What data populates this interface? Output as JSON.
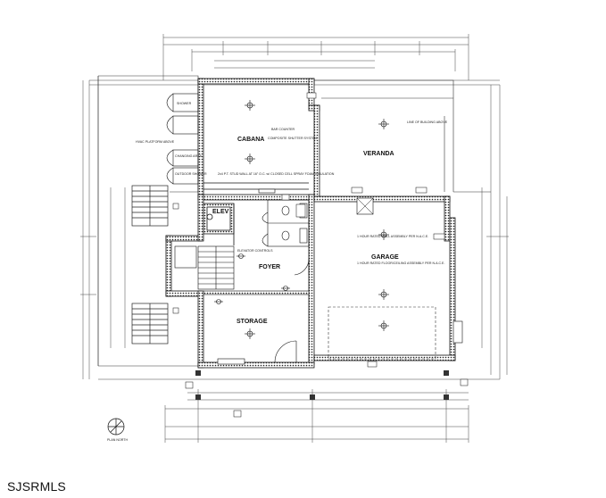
{
  "rooms": {
    "cabana": "CABANA",
    "veranda": "VERANDA",
    "elev": "ELEV",
    "foyer": "FOYER",
    "garage": "GARAGE",
    "storage": "STORAGE"
  },
  "notes": {
    "bar_counter": "BAR COUNTER",
    "composite_shutter": "COMPOSITE SHUTTER SYSTEM",
    "stud_wall": "2x4 P.T. STUD WALL AT 16\" O.C. w/ CLOSED CELL SPRAY FOAM INSULATION",
    "line_of_building_above": "LINE OF BUILDING ABOVE",
    "hvac_platform": "HVAC PLATFORM ABOVE",
    "shower": "SHOWER",
    "changing_area": "CHANGING AREA",
    "outdoor_shower": "OUTDOOR SHOWER",
    "elevator_controls": "ELEVATOR CONTROLS",
    "garage_note_1": "1 HOUR RATED WALL ASSEMBLY PER N.A.C.E.",
    "garage_note_2": "1 HOUR RATED FLOOR/CEILING ASSEMBLY PER N.A.C.E.",
    "plan_north": "PLAN NORTH"
  },
  "watermark": "SJSRMLS"
}
